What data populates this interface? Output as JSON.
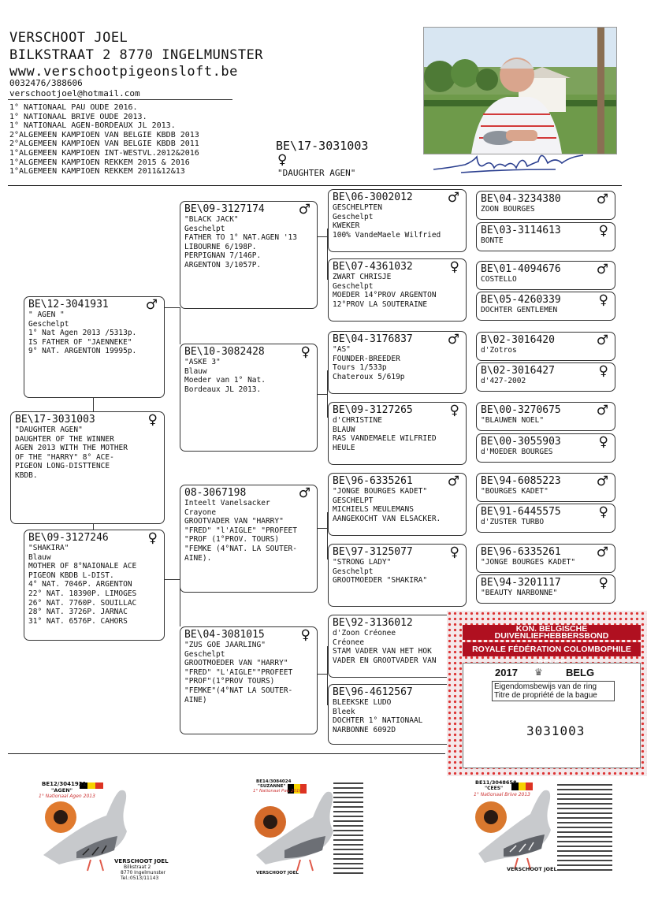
{
  "header": {
    "name": "VERSCHOOT JOEL",
    "address": "BILKSTRAAT 2 8770 INGELMUNSTER",
    "website": "www.verschootpigeonsloft.be",
    "phone": "0032476/388606",
    "email": "verschootjoel@hotmail.com"
  },
  "achievements": [
    "1° NATIONAAL PAU OUDE 2016.",
    "1° NATIONAAL BRIVE OUDE 2013.",
    "1° NATIONAAL AGEN-BORDEAUX JL 2013.",
    "2°ALGEMEEN KAMPIOEN VAN BELGIE KBDB 2013",
    "2°ALGEMEEN KAMPIOEN VAN BELGIE KBDB 2011",
    "1°ALGEMEEN KAMPIOEN INT-WESTVL.2012&2016",
    "1°ALGEMEEN KAMPIOEN REKKEM 2015 & 2016",
    "1°ALGEMEEN KAMPIOEN REKKEM 2011&12&13"
  ],
  "subject": {
    "ring": "BE\\17-3031003",
    "sex": "♀",
    "name": "\"DAUGHTER AGEN\""
  },
  "pedigree": {
    "main": {
      "ring": "BE\\17-3031003",
      "sex": "♀",
      "lines": [
        "\"DAUGHTER AGEN\"",
        "",
        "DAUGHTER OF THE WINNER",
        "AGEN 2013 WITH THE MOTHER",
        "OF THE \"HARRY\" 8° ACE-",
        "PIGEON LONG-DISTTENCE",
        "KBDB."
      ]
    },
    "father": {
      "ring": "BE\\12-3041931",
      "sex": "♂",
      "lines": [
        "\" AGEN \"",
        "Geschelpt",
        "1° Nat Agen 2013 /5313p.",
        "IS FATHER OF \"JAENNEKE\"",
        "9° NAT. ARGENTON 19995p."
      ]
    },
    "mother": {
      "ring": "BE\\09-3127246",
      "sex": "♀",
      "lines": [
        "\"SHAKIRA\"",
        "Blauw",
        "MOTHER OF 8°NAIONALE ACE",
        "PIGEON KBDB L-DIST.",
        "4° NAT. 7046P. ARGENTON",
        "22° NAT. 18390P. LIMOGES",
        "26° NAT. 7760P. SOUILLAC",
        "28° NAT. 3726P.  JARNAC",
        "31° NAT. 6576P. CAHORS"
      ]
    },
    "ff": {
      "ring": "BE\\09-3127174",
      "sex": "♂",
      "lines": [
        "\"BLACK JACK\"",
        "Geschelpt",
        "FATHER TO 1° NAT.AGEN '13",
        "LIBOURNE 6/198P.",
        "PERPIGNAN 7/146P.",
        "ARGENTON 3/1057P."
      ]
    },
    "fm": {
      "ring": "BE\\10-3082428",
      "sex": "♀",
      "lines": [
        "\"ASKE 3\"",
        "Blauw",
        "Moeder van 1° Nat.",
        "Bordeaux JL 2013."
      ]
    },
    "mf": {
      "ring": "08-3067198",
      "sex": "♂",
      "lines": [
        "Inteelt Vanelsacker",
        "Crayone",
        "GROOTVADER VAN \"HARRY\"",
        "\"FRED\" \"l'AIGLE\" \"PROFEET",
        "\"PROF (1°PROV. TOURS)",
        "\"FEMKE (4°NAT. LA SOUTER-",
        "AINE)."
      ]
    },
    "mm": {
      "ring": "BE\\04-3081015",
      "sex": "♀",
      "lines": [
        "\"ZUS GOE JAARLING\"",
        "Geschelpt",
        "GROOTMOEDER VAN \"HARRY\"",
        "\"FRED\" \"L'AIGLE\"\"PROFEET",
        "\"PROF\"(1°PROV TOURS)",
        "\"FEMKE\"(4°NAT LA SOUTER-",
        "AINE)"
      ]
    },
    "fff": {
      "ring": "BE\\06-3002012",
      "sex": "♂",
      "lines": [
        "GESCHELPTEN",
        "Geschelpt",
        "KWEKER",
        "100% VandeMaele Wilfried"
      ]
    },
    "ffm": {
      "ring": "BE\\07-4361032",
      "sex": "♀",
      "lines": [
        "ZWART CHRISJE",
        "Geschelpt",
        "MOEDER 14°PROV ARGENTON",
        "     12°PROV LA SOUTERAINE"
      ]
    },
    "fmf": {
      "ring": "BE\\04-3176837",
      "sex": "♂",
      "lines": [
        "\"AS\"",
        "FOUNDER-BREEDER",
        "Tours 1/533p",
        "Chateroux 5/619p"
      ]
    },
    "fmm": {
      "ring": "BE\\09-3127265",
      "sex": "♀",
      "lines": [
        "d'CHRISTINE",
        "BLAUW",
        "RAS VANDEMAELE WILFRIED",
        "HEULE"
      ]
    },
    "mff": {
      "ring": "BE\\96-6335261",
      "sex": "♂",
      "lines": [
        "\"JONGE BOURGES KADET\"",
        "GESCHELPT",
        "MICHIELS MEULEMANS",
        "AANGEKOCHT VAN ELSACKER."
      ]
    },
    "mfm": {
      "ring": "BE\\97-3125077",
      "sex": "♀",
      "lines": [
        "\"STRONG LADY\"",
        "Geschelpt",
        "GROOTMOEDER \"SHAKIRA\""
      ]
    },
    "mmf": {
      "ring": "BE\\92-3136012",
      "sex": "",
      "lines": [
        "d'Zoon Créonee",
        "Créonee",
        "STAM VADER VAN HET HOK",
        "VADER EN GROOTVADER VAN"
      ]
    },
    "mmm": {
      "ring": "BE\\96-4612567",
      "sex": "",
      "lines": [
        "BLEEKSKE LUDO",
        "Bleek",
        "DOCHTER 1° NATIONAAL",
        "NARBONNE 6092D"
      ]
    },
    "g5": [
      {
        "ring": "BE\\04-3234380",
        "sex": "♂",
        "name": "ZOON BOURGES"
      },
      {
        "ring": "BE\\03-3114613",
        "sex": "♀",
        "name": "BONTE"
      },
      {
        "ring": "BE\\01-4094676",
        "sex": "♂",
        "name": "COSTELLO"
      },
      {
        "ring": "BE\\05-4260339",
        "sex": "♀",
        "name": "DOCHTER GENTLEMEN"
      },
      {
        "ring": "B\\02-3016420",
        "sex": "♂",
        "name": "d'Zotros"
      },
      {
        "ring": "B\\02-3016427",
        "sex": "♀",
        "name": "d'427-2002"
      },
      {
        "ring": "BE\\00-3270675",
        "sex": "♂",
        "name": "\"BLAUWEN NOEL\""
      },
      {
        "ring": "BE\\00-3055903",
        "sex": "♀",
        "name": "d'MOEDER BOURGES"
      },
      {
        "ring": "BE\\94-6085223",
        "sex": "♂",
        "name": "\"BOURGES KADET\""
      },
      {
        "ring": "BE\\91-6445575",
        "sex": "♀",
        "name": "d'ZUSTER TURBO"
      },
      {
        "ring": "BE\\96-6335261",
        "sex": "♂",
        "name": "\"JONGE BOURGES KADET\""
      },
      {
        "ring": "BE\\94-3201117",
        "sex": "♀",
        "name": "\"BEAUTY NARBONNE\""
      }
    ]
  },
  "certificate": {
    "org_nl": "KON. BELGISCHE DUIVENLIEFHEBBERSBOND",
    "org_fr": "ROYALE FÉDÉRATION COLOMBOPHILE BELGE",
    "year": "2017",
    "country": "BELG",
    "title_nl": "Eigendomsbewijs van de ring",
    "title_fr": "Titre de propriété de la bague",
    "number": "3031003"
  },
  "cards": [
    {
      "ring": "BE12/3041931",
      "name": "\"AGEN\"",
      "award": "1° Nationaal Agen 2013",
      "owner": "VERSCHOOT JOEL",
      "addr1": "Bilkstraat 2",
      "addr2": "8770 Ingelmunster",
      "tel": "Tel.:0513/11143"
    },
    {
      "ring": "BE14/3084024",
      "name": "\"SUZANNE\"",
      "award": "1° Nationaal Pau 2016",
      "owner": "VERSCHOOT JOEL"
    },
    {
      "ring": "BE11/3048658",
      "name": "\"CEES\"",
      "award": "1° Nationaal Brive 2013",
      "owner": "VERSCHOOT JOEL"
    }
  ],
  "colors": {
    "ink": "#111111",
    "signature": "#2b3f8f",
    "cert_red": "#c8102e",
    "cert_banner": "#b01020"
  }
}
